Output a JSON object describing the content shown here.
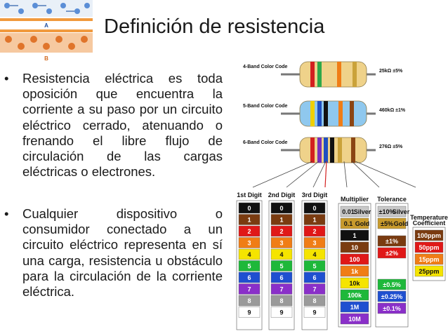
{
  "slide": {
    "title": "Definición de resistencia",
    "lattice_labels": {
      "top": "A",
      "bottom": "B"
    },
    "bullets": [
      "Resistencia eléctrica es toda oposición que encuentra la corriente a su paso por un circuito eléctrico cerrado, atenuando o frenando el libre flujo de circulación de las cargas eléctricas o electrones.",
      "Cualquier dispositivo o consumidor conectado a un circuito eléctrico representa en sí una carga, resistencia u obstáculo para la circulación de la corriente eléctrica."
    ],
    "bullet_symbol": "•"
  },
  "figure": {
    "resistors": [
      {
        "label": "4-Band Color Code",
        "value": "25kΩ ±5%",
        "body_color": "#efd28a",
        "bands": [
          "#d32020",
          "#2ea84a",
          "#f07d16",
          "#caa23a"
        ]
      },
      {
        "label": "5-Band Color Code",
        "value": "460kΩ ±1%",
        "body_color": "#8fc8ee",
        "bands": [
          "#f0d000",
          "#1f4fc0",
          "#111111",
          "#f07d16",
          "#8b4513"
        ]
      },
      {
        "label": "6-Band Color Code",
        "value": "276Ω ±5%",
        "body_color": "#efd28a",
        "bands": [
          "#d32020",
          "#7a2fbf",
          "#1f4fc0",
          "#111111",
          "#caa23a",
          "#8b4513"
        ]
      }
    ],
    "digit_columns": [
      {
        "header": "1st Digit",
        "cells": [
          {
            "text": "0",
            "bg": "#111111",
            "fg": "#ffffff"
          },
          {
            "text": "1",
            "bg": "#7a3b10",
            "fg": "#ffffff"
          },
          {
            "text": "2",
            "bg": "#e01818",
            "fg": "#ffffff"
          },
          {
            "text": "3",
            "bg": "#f07d16",
            "fg": "#ffffff"
          },
          {
            "text": "4",
            "bg": "#f5e400",
            "fg": "#111111"
          },
          {
            "text": "5",
            "bg": "#1eb83a",
            "fg": "#ffffff"
          },
          {
            "text": "6",
            "bg": "#1f4fd0",
            "fg": "#ffffff"
          },
          {
            "text": "7",
            "bg": "#8a2fc9",
            "fg": "#ffffff"
          },
          {
            "text": "8",
            "bg": "#9a9a9a",
            "fg": "#ffffff"
          },
          {
            "text": "9",
            "bg": "#ffffff",
            "fg": "#111111"
          }
        ]
      },
      {
        "header": "2nd Digit",
        "cells": [
          {
            "text": "0",
            "bg": "#111111",
            "fg": "#ffffff"
          },
          {
            "text": "1",
            "bg": "#7a3b10",
            "fg": "#ffffff"
          },
          {
            "text": "2",
            "bg": "#e01818",
            "fg": "#ffffff"
          },
          {
            "text": "3",
            "bg": "#f07d16",
            "fg": "#ffffff"
          },
          {
            "text": "4",
            "bg": "#f5e400",
            "fg": "#111111"
          },
          {
            "text": "5",
            "bg": "#1eb83a",
            "fg": "#ffffff"
          },
          {
            "text": "6",
            "bg": "#1f4fd0",
            "fg": "#ffffff"
          },
          {
            "text": "7",
            "bg": "#8a2fc9",
            "fg": "#ffffff"
          },
          {
            "text": "8",
            "bg": "#9a9a9a",
            "fg": "#ffffff"
          },
          {
            "text": "9",
            "bg": "#ffffff",
            "fg": "#111111"
          }
        ]
      },
      {
        "header": "3rd Digit",
        "cells": [
          {
            "text": "0",
            "bg": "#111111",
            "fg": "#ffffff"
          },
          {
            "text": "1",
            "bg": "#7a3b10",
            "fg": "#ffffff"
          },
          {
            "text": "2",
            "bg": "#e01818",
            "fg": "#ffffff"
          },
          {
            "text": "3",
            "bg": "#f07d16",
            "fg": "#ffffff"
          },
          {
            "text": "4",
            "bg": "#f5e400",
            "fg": "#111111"
          },
          {
            "text": "5",
            "bg": "#1eb83a",
            "fg": "#ffffff"
          },
          {
            "text": "6",
            "bg": "#1f4fd0",
            "fg": "#ffffff"
          },
          {
            "text": "7",
            "bg": "#8a2fc9",
            "fg": "#ffffff"
          },
          {
            "text": "8",
            "bg": "#9a9a9a",
            "fg": "#ffffff"
          },
          {
            "text": "9",
            "bg": "#ffffff",
            "fg": "#111111"
          }
        ]
      }
    ],
    "multiplier": {
      "header": "Multiplier",
      "cells": [
        {
          "text": "0.01",
          "suffix": "Silver",
          "bg": "#c8c8c8",
          "fg": "#111111"
        },
        {
          "text": "0.1",
          "suffix": "Gold",
          "bg": "#c89a2c",
          "fg": "#111111"
        },
        {
          "text": "1",
          "bg": "#111111",
          "fg": "#ffffff"
        },
        {
          "text": "10",
          "bg": "#7a3b10",
          "fg": "#ffffff"
        },
        {
          "text": "100",
          "bg": "#e01818",
          "fg": "#ffffff"
        },
        {
          "text": "1k",
          "bg": "#f07d16",
          "fg": "#ffffff"
        },
        {
          "text": "10k",
          "bg": "#f5e400",
          "fg": "#111111"
        },
        {
          "text": "100k",
          "bg": "#1eb83a",
          "fg": "#ffffff"
        },
        {
          "text": "1M",
          "bg": "#1f4fd0",
          "fg": "#ffffff"
        },
        {
          "text": "10M",
          "bg": "#8a2fc9",
          "fg": "#ffffff"
        }
      ]
    },
    "tolerance": {
      "header": "Tolerance",
      "cells": [
        {
          "text": "±10%",
          "suffix": "Silver",
          "bg": "#c8c8c8",
          "fg": "#111111"
        },
        {
          "text": "±5%",
          "suffix": "Gold",
          "bg": "#c89a2c",
          "fg": "#111111"
        },
        {
          "text": "±1%",
          "bg": "#7a3b10",
          "fg": "#ffffff"
        },
        {
          "text": "±2%",
          "bg": "#e01818",
          "fg": "#ffffff"
        },
        {
          "text": "±0.5%",
          "bg": "#1eb83a",
          "fg": "#ffffff"
        },
        {
          "text": "±0.25%",
          "bg": "#1f4fd0",
          "fg": "#ffffff"
        },
        {
          "text": "±0.1%",
          "bg": "#8a2fc9",
          "fg": "#ffffff"
        }
      ]
    },
    "tempco": {
      "header_line1": "Temperature",
      "header_line2": "Coefficient",
      "cells": [
        {
          "text": "100ppm",
          "bg": "#7a3b10",
          "fg": "#ffffff"
        },
        {
          "text": "50ppm",
          "bg": "#e01818",
          "fg": "#ffffff"
        },
        {
          "text": "15ppm",
          "bg": "#f07d16",
          "fg": "#ffffff"
        },
        {
          "text": "25ppm",
          "bg": "#f5e400",
          "fg": "#111111"
        }
      ]
    }
  }
}
